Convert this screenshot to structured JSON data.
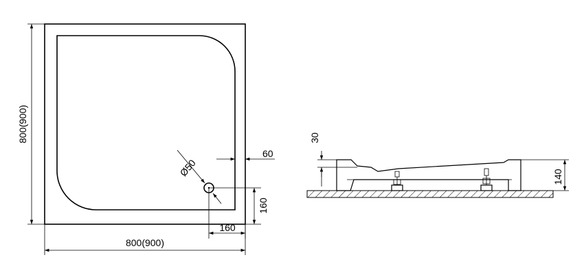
{
  "top_view": {
    "height_label": "800(900)",
    "width_label": "800(900)",
    "drain_offset_x_label": "160",
    "drain_offset_y_label": "160",
    "rim_label": "60",
    "drain_diameter_label": "Ø50"
  },
  "side_view": {
    "rim_height_label": "30",
    "total_height_label": "140"
  }
}
